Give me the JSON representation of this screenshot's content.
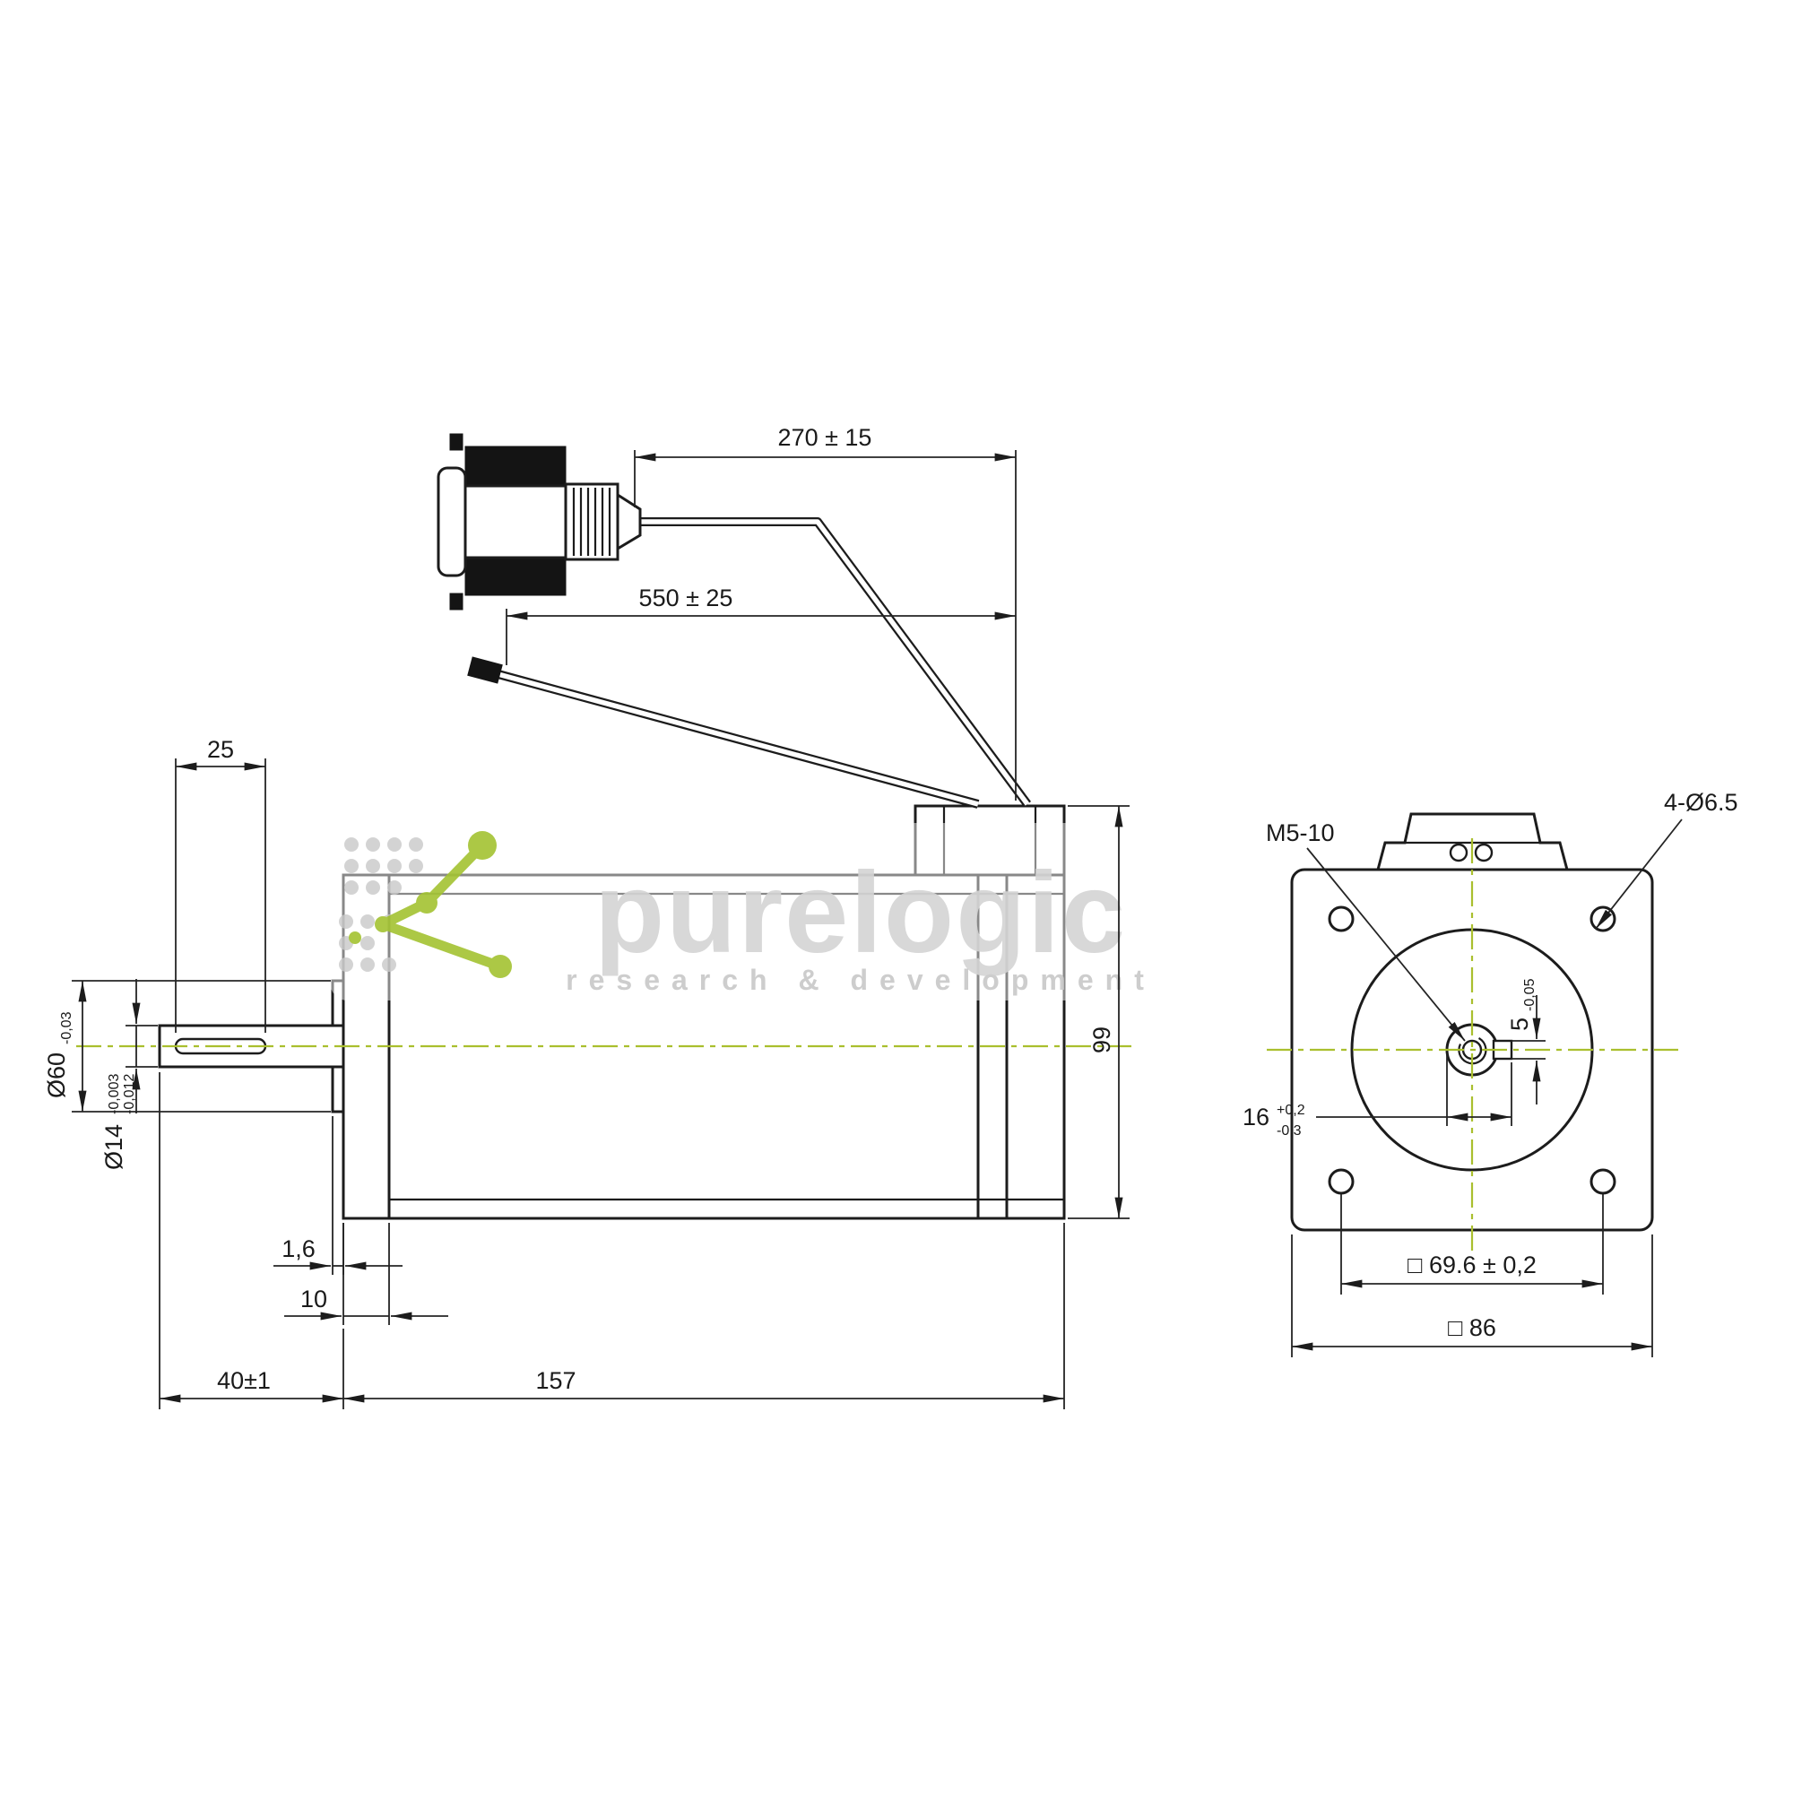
{
  "watermark": {
    "brand": "purelogic",
    "tagline": "research & development"
  },
  "side_view": {
    "dim_cable_connector": "270 ± 15",
    "dim_cable_total": "550 ± 25",
    "dim_shaft_flat_length": "25",
    "dim_pilot_diameter": "Ø60",
    "dim_pilot_diameter_tol": "-0,03",
    "dim_shaft_diameter": "Ø14",
    "dim_shaft_diameter_tol_upper": "-0,003",
    "dim_shaft_diameter_tol_lower": "-0,012",
    "dim_pilot_height": "1,6",
    "dim_flange_thickness": "10",
    "dim_shaft_length": "40±1",
    "dim_body_length": "157",
    "dim_overall_height": "99"
  },
  "front_view": {
    "dim_mounting_holes": "4-Ø6.5",
    "dim_shaft_thread": "M5-10",
    "dim_keyway_width": "5",
    "dim_keyway_width_tol": "-0,05",
    "dim_key_height": "16",
    "dim_key_height_tol_upper": "+0,2",
    "dim_key_height_tol_lower": "-0,3",
    "dim_bolt_square": "□ 69.6 ± 0,2",
    "dim_flange_square": "□ 86"
  }
}
